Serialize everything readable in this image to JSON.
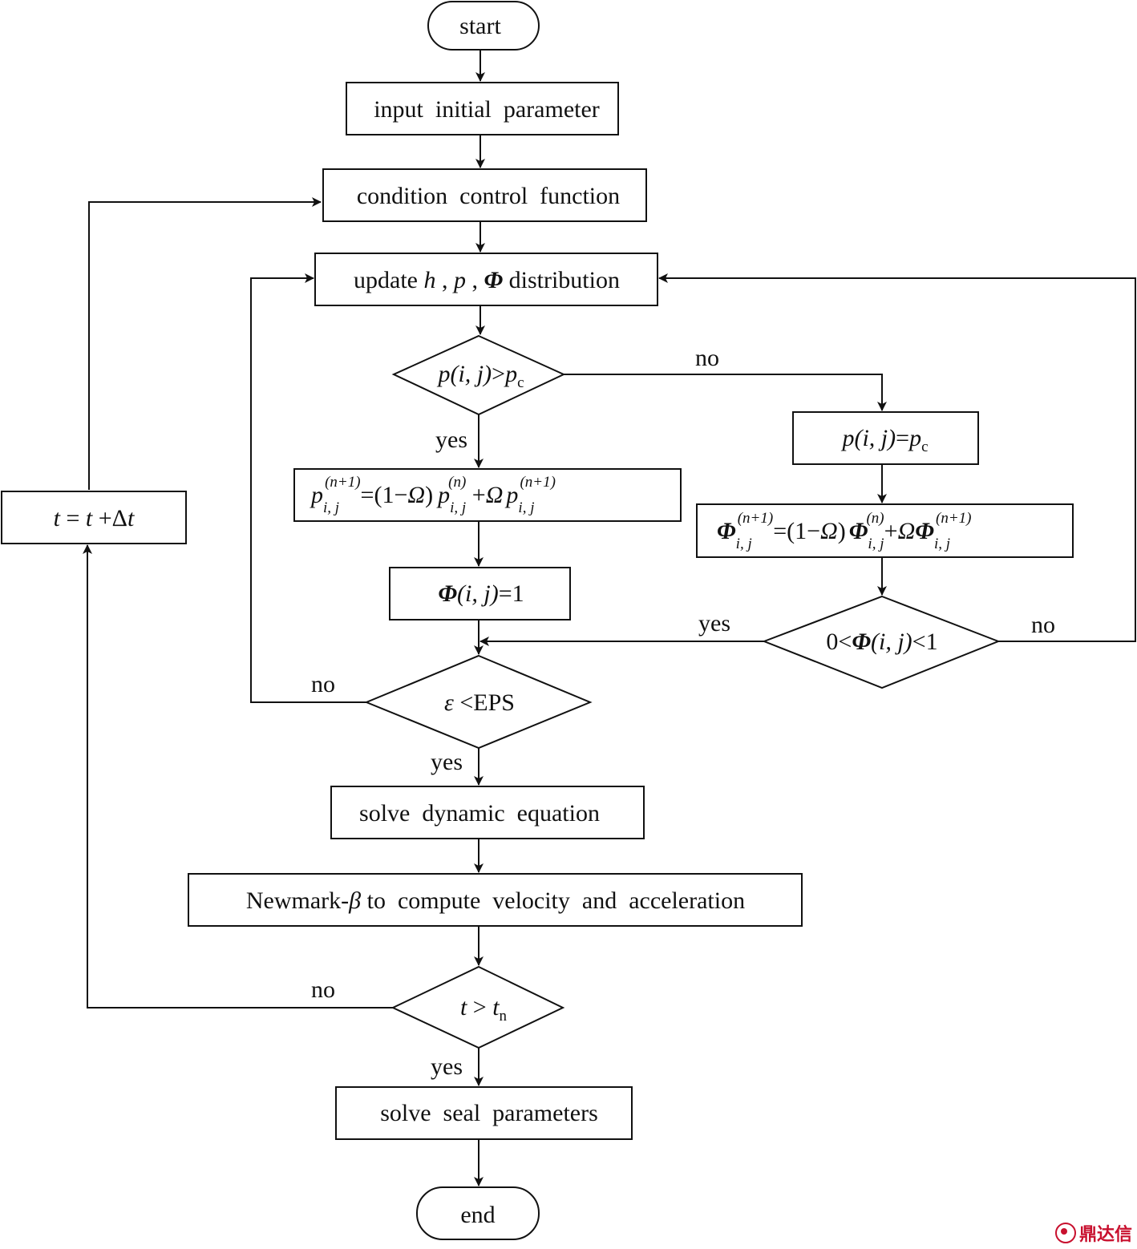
{
  "nodes": {
    "start": "start",
    "input": "input  initial  parameter",
    "condition": "condition  control  function",
    "update": {
      "prefix": "update ",
      "h": "h",
      "p": "p",
      "phi": "Φ",
      "sep": " , ",
      "suffix": " distribution"
    },
    "decision_p": {
      "lhs": "p",
      "args": "(i, j)",
      "op": ">",
      "rhs": "p",
      "rhs_sub": "c"
    },
    "set_p": {
      "lhs": "p",
      "args": "(i, j)",
      "op": "=",
      "rhs": "p",
      "rhs_sub": "c"
    },
    "relax_p": {
      "var": "p",
      "sub": "i, j",
      "sup": "(n+1)",
      "mid": "=(1−",
      "omega": "Ω",
      "close": ")",
      "sup_n": "(n)",
      "plus": " +",
      "sup_n1": "(n+1)"
    },
    "relax_phi": {
      "var": "Φ",
      "sub": "i, j",
      "sup": "(n+1)",
      "mid": "=(1−",
      "omega": "Ω",
      "close": ")",
      "sup_n": "(n)",
      "plus": "+",
      "sup_n1": "(n+1)"
    },
    "set_phi": {
      "var": "Φ",
      "args": "(i, j)",
      "rhs": "=1"
    },
    "decision_phi": {
      "lhs": "0<",
      "var": "Φ",
      "args": "(i, j)",
      "rhs": "<1"
    },
    "decision_eps": {
      "var": "ε",
      "rhs": " <EPS"
    },
    "time_step": {
      "t1": "t",
      "eq": " = ",
      "t2": "t",
      "plus": " +Δ",
      "t3": "t"
    },
    "solve_dynamic": "solve  dynamic  equation",
    "newmark": {
      "prefix": "Newmark-",
      "beta": "β",
      "suffix": " to  compute  velocity  and  acceleration"
    },
    "decision_t": {
      "t": "t",
      "op": " > ",
      "tn": "t",
      "tn_sub": "n"
    },
    "solve_seal": "solve  seal  parameters",
    "end": "end"
  },
  "edge_labels": {
    "p_no": "no",
    "p_yes": "yes",
    "phi_yes": "yes",
    "phi_no": "no",
    "eps_no": "no",
    "eps_yes": "yes",
    "t_no": "no",
    "t_yes": "yes"
  },
  "watermark": "鼎达信"
}
